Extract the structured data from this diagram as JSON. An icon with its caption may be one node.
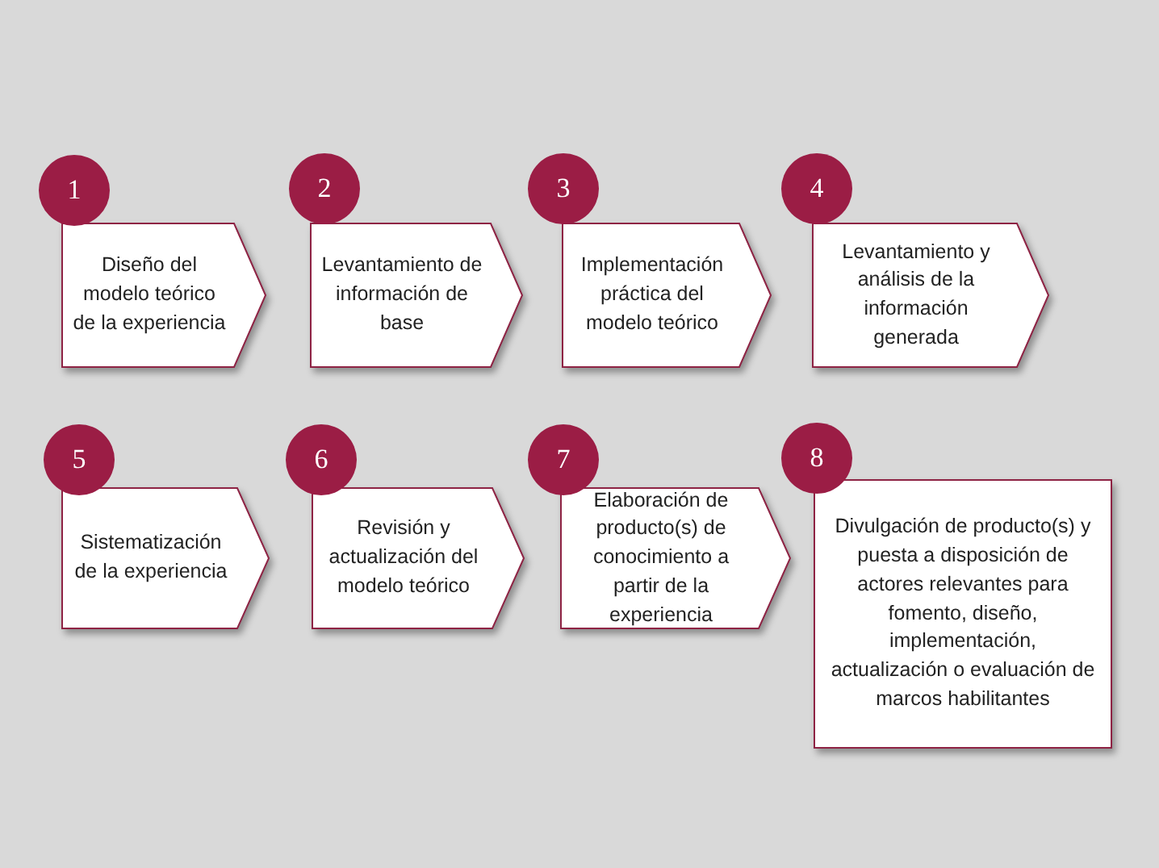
{
  "diagram": {
    "nodes": [
      {
        "text": [
          "1"
        ]
      },
      {
        "text": [
          "Diseño del modelo teórico de la experiencia"
        ]
      },
      {
        "text": [
          "2"
        ]
      },
      {
        "text": [
          "Levantamiento de información de base"
        ]
      },
      {
        "text": [
          "3"
        ]
      },
      {
        "text": [
          "Implementación práctica del modelo teórico"
        ]
      },
      {
        "text": [
          "4"
        ]
      },
      {
        "text": [
          "Levantamiento y análisis de la información generada"
        ]
      },
      {
        "text": [
          "5"
        ]
      },
      {
        "text": [
          "Sistematización de la experiencia"
        ]
      },
      {
        "text": [
          "6"
        ]
      },
      {
        "text": [
          "Revisión y actualización del modelo teórico"
        ]
      },
      {
        "text": [
          "7"
        ]
      },
      {
        "text": [
          "Elaboración de producto(s) de conocimiento a partir de la experiencia"
        ]
      },
      {
        "text": [
          "8"
        ]
      },
      {
        "text": [
          "Divulgación de producto(s) y puesta a disposición de actores relevantes para fomento, diseño, implementación, actualización o evaluación de marcos habilitantes"
        ]
      }
    ],
    "edges": []
  }
}
